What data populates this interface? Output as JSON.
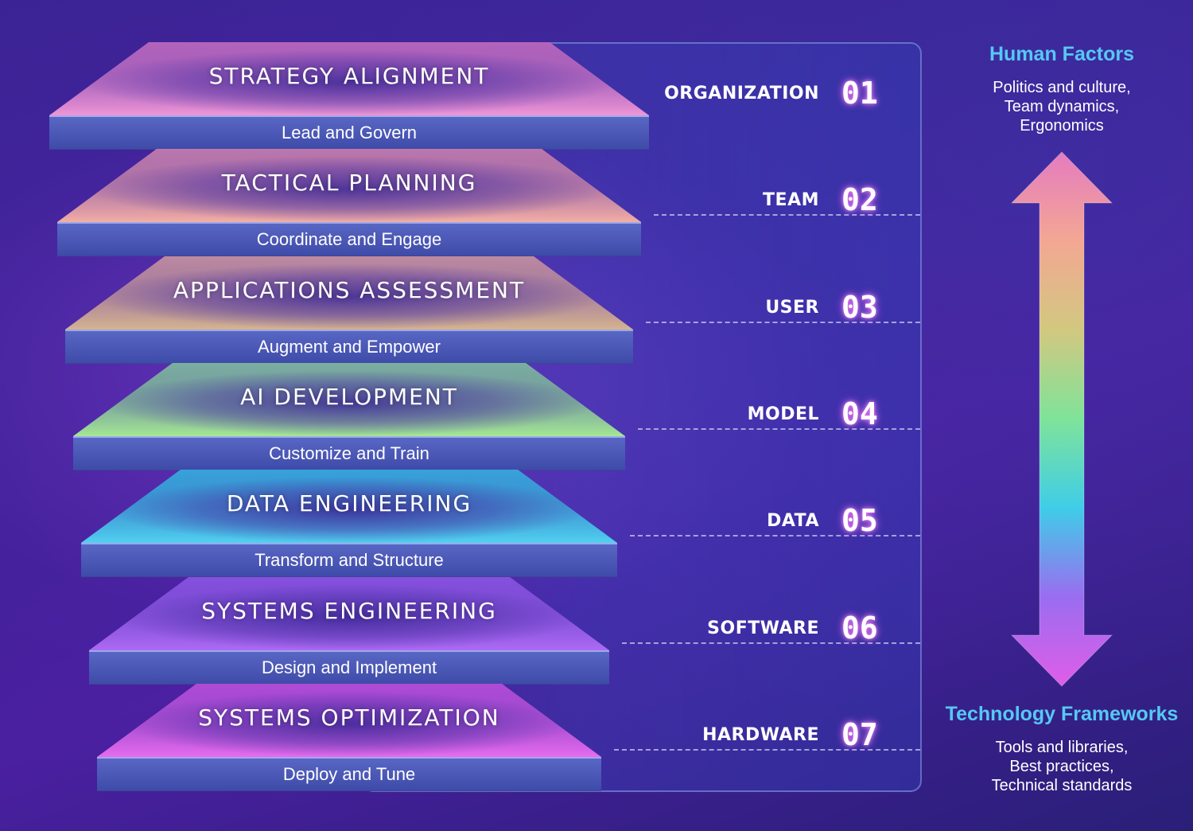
{
  "layers": [
    {
      "title": "STRATEGY ALIGNMENT",
      "subtitle": "Lead and Govern",
      "label": "ORGANIZATION",
      "number": "01",
      "colors": [
        "#d775c4",
        "#f39ad9"
      ]
    },
    {
      "title": "TACTICAL PLANNING",
      "subtitle": "Coordinate and Engage",
      "label": "TEAM",
      "number": "02",
      "colors": [
        "#e28fb0",
        "#f6b2a3"
      ]
    },
    {
      "title": "APPLICATIONS ASSESSMENT",
      "subtitle": "Augment and Empower",
      "label": "USER",
      "number": "03",
      "colors": [
        "#e4a7a0",
        "#d5b58e"
      ]
    },
    {
      "title": "AI DEVELOPMENT",
      "subtitle": "Customize and Train",
      "label": "MODEL",
      "number": "04",
      "colors": [
        "#8ed7a0",
        "#a7eb93"
      ]
    },
    {
      "title": "DATA ENGINEERING",
      "subtitle": "Transform and Structure",
      "label": "DATA",
      "number": "05",
      "colors": [
        "#35c7ea",
        "#53d3f2"
      ]
    },
    {
      "title": "SYSTEMS ENGINEERING",
      "subtitle": "Design and Implement",
      "label": "SOFTWARE",
      "number": "06",
      "colors": [
        "#9b5cf0",
        "#b06cf5"
      ]
    },
    {
      "title": "SYSTEMS OPTIMIZATION",
      "subtitle": "Deploy and Tune",
      "label": "HARDWARE",
      "number": "07",
      "colors": [
        "#d256e6",
        "#ea6ef0"
      ]
    }
  ],
  "human_factors": {
    "title": "Human Factors",
    "lines": [
      "Politics and culture,",
      "Team dynamics,",
      "Ergonomics"
    ]
  },
  "technology_frameworks": {
    "title": "Technology Frameworks",
    "lines": [
      "Tools and libraries,",
      "Best practices,",
      "Technical standards"
    ]
  },
  "arrow_colors": [
    "#e57bc0",
    "#f3a793",
    "#d2c880",
    "#7fe39a",
    "#3fcde8",
    "#9a6df0",
    "#e05de8"
  ]
}
